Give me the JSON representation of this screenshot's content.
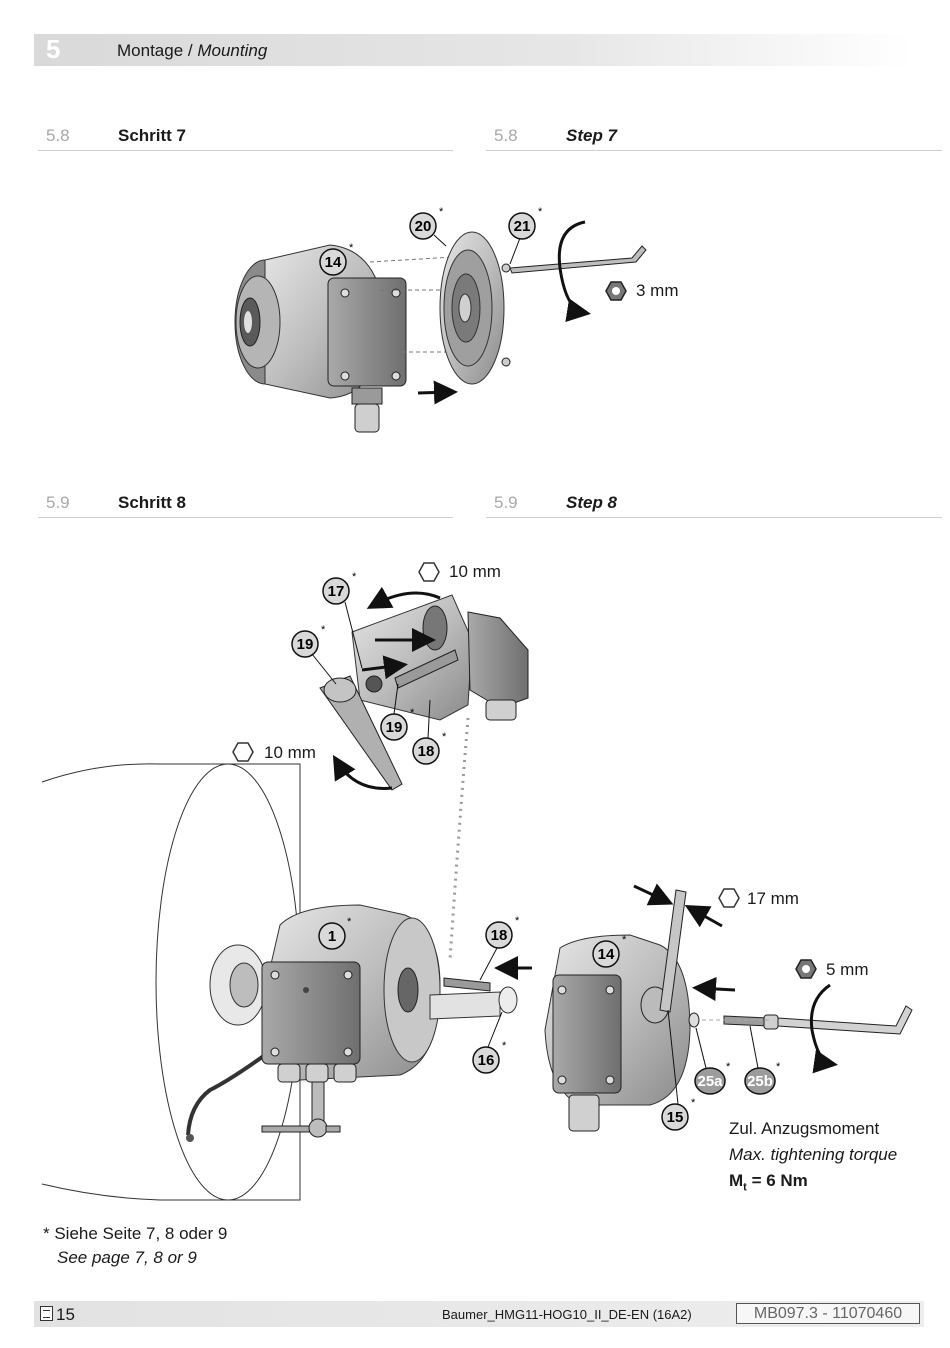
{
  "header": {
    "chapter_number": "5",
    "title_de": "Montage",
    "title_en": "Mounting"
  },
  "section_58": {
    "de": {
      "number": "5.8",
      "title": "Schritt 7"
    },
    "en": {
      "number": "5.8",
      "title": "Step 7"
    }
  },
  "section_59": {
    "de": {
      "number": "5.9",
      "title": "Schritt 8"
    },
    "en": {
      "number": "5.9",
      "title": "Step 8"
    }
  },
  "figure_step7": {
    "callouts": [
      "20",
      "21",
      "14"
    ],
    "tool_label": "3 mm"
  },
  "figure_step8": {
    "callouts": [
      "17",
      "19",
      "19",
      "18",
      "1",
      "18",
      "16",
      "14",
      "15",
      "25a",
      "25b"
    ],
    "tool_labels": [
      "10 mm",
      "10 mm",
      "17 mm",
      "5 mm"
    ]
  },
  "torque": {
    "line_de": "Zul. Anzugsmoment",
    "line_en": "Max. tightening torque",
    "symbol": "M",
    "subscript": "t",
    "value": "= 6 Nm"
  },
  "footnote": {
    "de": "* Siehe Seite 7, 8 oder 9",
    "en": "See page 7, 8 or 9"
  },
  "footer": {
    "page": "15",
    "filename": "Baumer_HMG11-HOG10_II_DE-EN  (16A2)",
    "doc_number": "MB097.3 - 11070460"
  }
}
